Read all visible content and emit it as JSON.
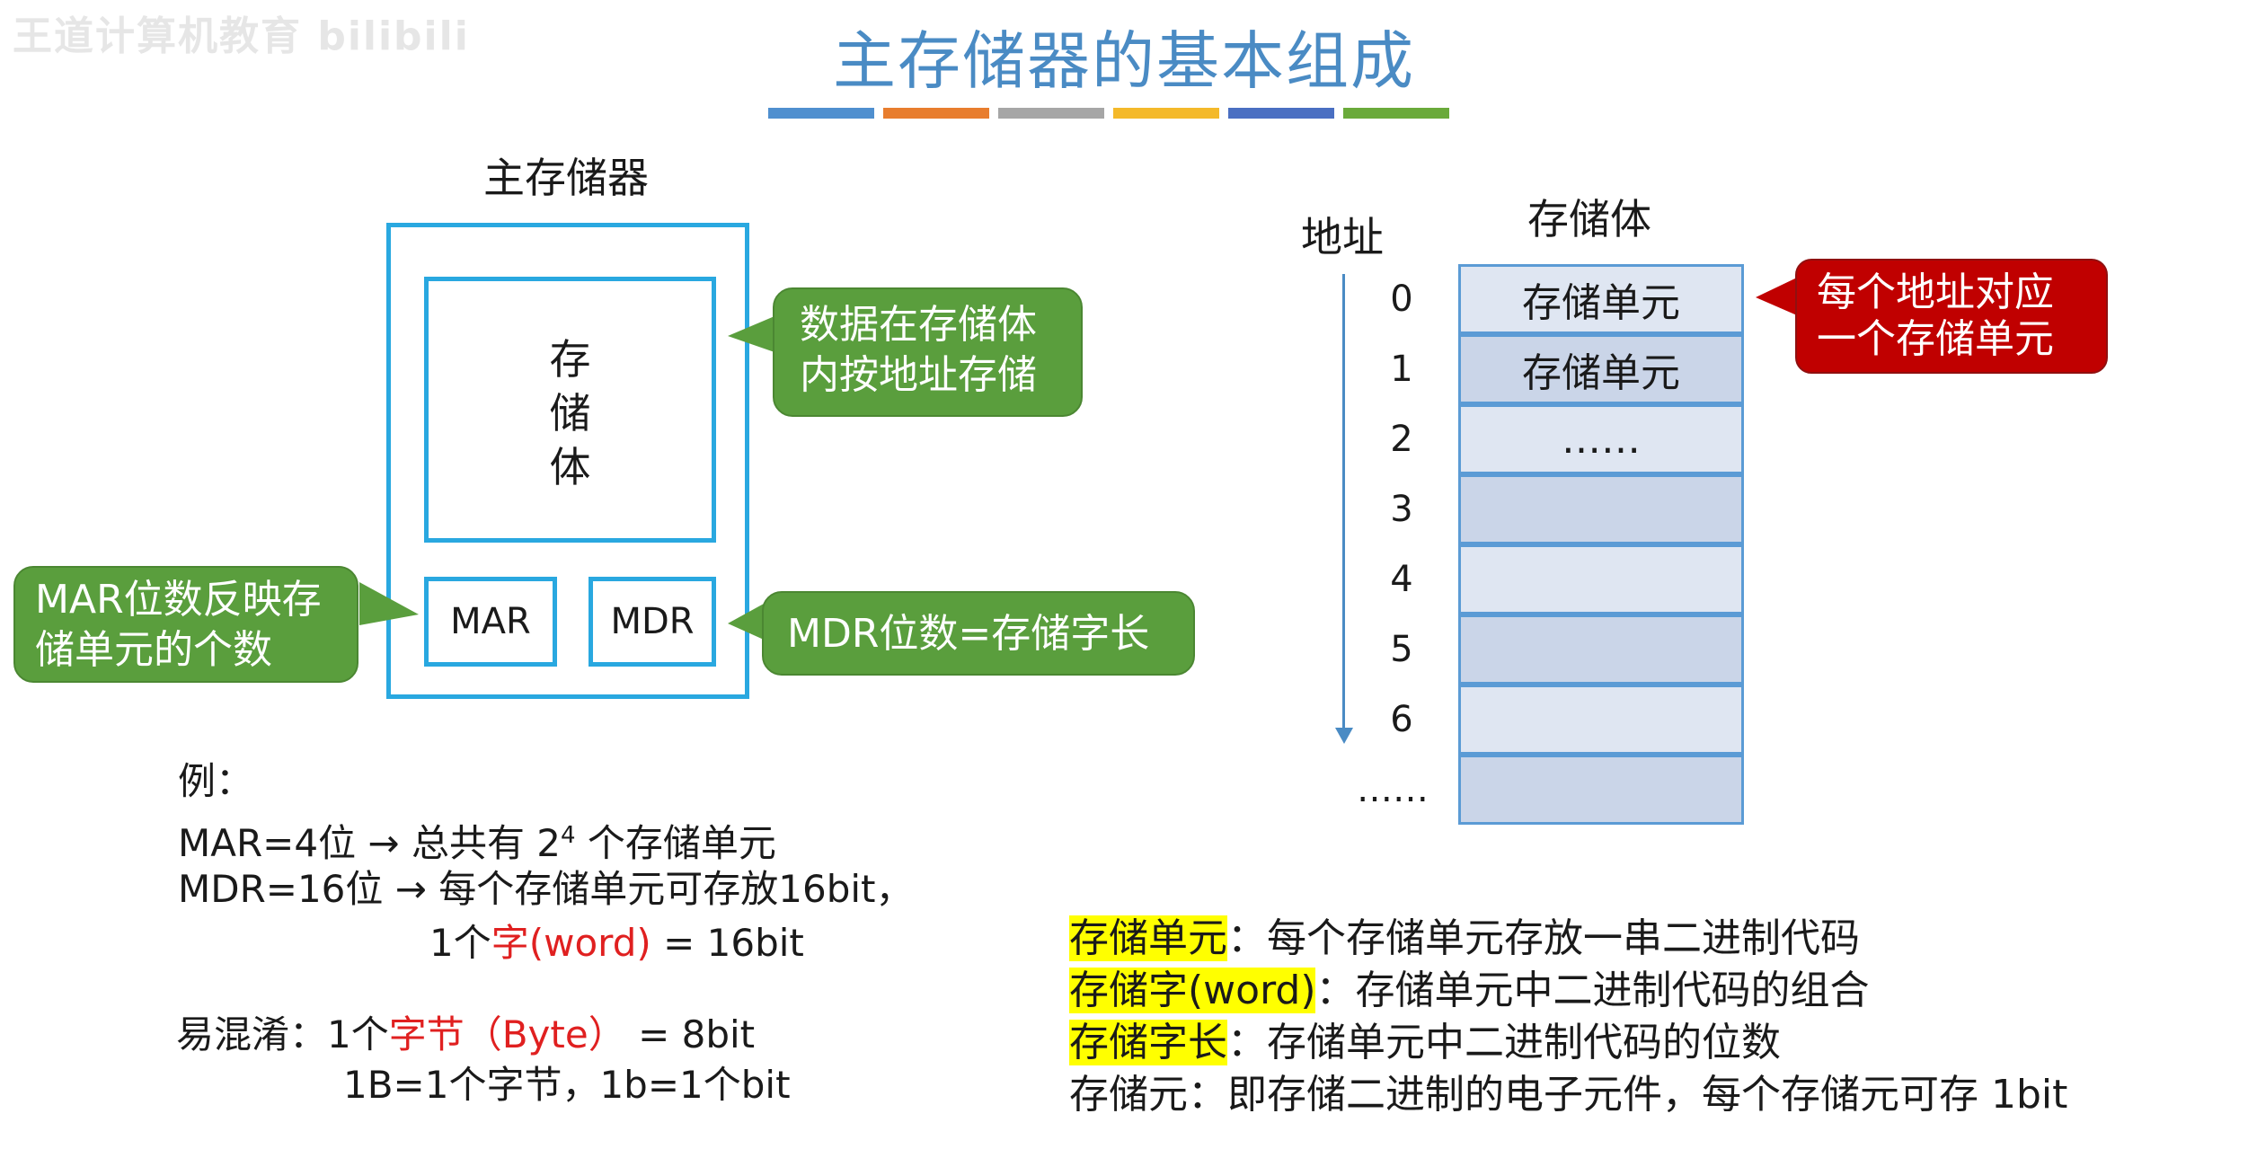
{
  "watermark": "王道计算机教育 bilibili",
  "title": "主存储器的基本组成",
  "title_bar_colors": [
    "#4f8fcf",
    "#e87d2e",
    "#a6a6a6",
    "#f4b92a",
    "#4a6fc2",
    "#6aaa3a"
  ],
  "colors": {
    "accent": "#29a8e0",
    "green_callout": "#5a9e3d",
    "red_callout": "#c00000",
    "highlight": "#ffff00",
    "red_text": "#e02020"
  },
  "left_diagram": {
    "label": "主存储器",
    "body_chars": [
      "存",
      "储",
      "体"
    ],
    "mar": "MAR",
    "mdr": "MDR",
    "callout_data": [
      "数据在存储体",
      "内按地址存储"
    ],
    "callout_mar": [
      "MAR位数反映存",
      "储单元的个数"
    ],
    "callout_mdr": "MDR位数=存储字长"
  },
  "example": {
    "head": "例：",
    "line1_a": "MAR=4位 → 总共有 2",
    "line1_sup": "4",
    "line1_b": " 个存储单元",
    "line2": "MDR=16位 → 每个存储单元可存放16bit，",
    "line3_a": "1个",
    "line3_red": "字(word)",
    "line3_b": " = 16bit",
    "confuse_a": "易混淆：1个",
    "confuse_red": "字节（Byte）",
    "confuse_b": " = 8bit",
    "confuse_line2": "1B=1个字节，1b=1个bit"
  },
  "memory_table": {
    "addr_header": "地址",
    "body_header": "存储体",
    "addresses": [
      "0",
      "1",
      "2",
      "3",
      "4",
      "5",
      "6",
      "……"
    ],
    "cells": [
      "存储单元",
      "存储单元",
      "……",
      "",
      "",
      "",
      "",
      ""
    ],
    "callout": [
      "每个地址对应",
      "一个存储单元"
    ]
  },
  "definitions": [
    {
      "term": "存储单元",
      "highlight": true,
      "text": "：每个存储单元存放一串二进制代码"
    },
    {
      "term": "存储字(word)",
      "highlight": true,
      "text": "：存储单元中二进制代码的组合"
    },
    {
      "term": "存储字长",
      "highlight": true,
      "text": "：存储单元中二进制代码的位数"
    },
    {
      "term": "存储元",
      "highlight": false,
      "text": "：即存储二进制的电子元件，每个存储元可存 1bit"
    }
  ]
}
